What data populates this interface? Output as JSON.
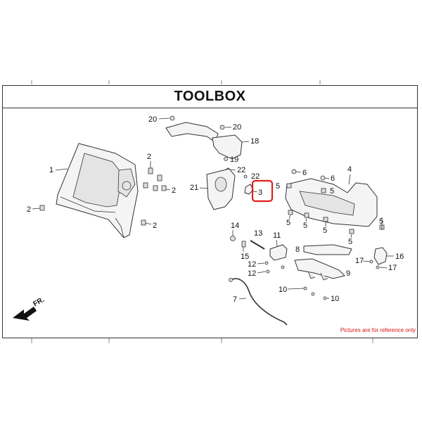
{
  "title": "TOOLBOX",
  "direction_label": "FR.",
  "reference_note": "Pictures are for reference only",
  "highlight_color": "#e0201c",
  "callouts": {
    "c20a": "20",
    "c20b": "20",
    "c18": "18",
    "c19": "19",
    "c22a": "22",
    "c22b": "22",
    "c21": "21",
    "c3": "3",
    "c1": "1",
    "c2a": "2",
    "c2b": "2",
    "c2c": "2",
    "c2d": "2",
    "c6a": "6",
    "c6b": "6",
    "c4": "4",
    "c5a": "5",
    "c5b": "5",
    "c5c": "5",
    "c5d": "5",
    "c5e": "5",
    "c5f": "5",
    "c5g": "5",
    "c14": "14",
    "c13": "13",
    "c11": "11",
    "c8": "8",
    "c15": "15",
    "c12a": "12",
    "c12b": "12",
    "c9": "9",
    "c16": "16",
    "c17a": "17",
    "c17b": "17",
    "c7": "7",
    "c10a": "10",
    "c10b": "10"
  }
}
